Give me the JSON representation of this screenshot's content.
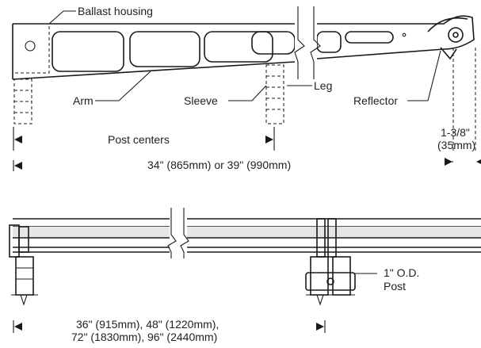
{
  "labels": {
    "ballast_housing": "Ballast housing",
    "arm": "Arm",
    "sleeve": "Sleeve",
    "leg": "Leg",
    "reflector": "Reflector",
    "post_centers": "Post centers",
    "post_spacing": "34\" (865mm) or 39\" (990mm)",
    "offset_line1": "1-3/8\"",
    "offset_line2": "(35mm)",
    "post_od_line1": "1\" O.D.",
    "post_od_line2": "Post",
    "bottom_line1": "36\" (915mm),   48\" (1220mm),",
    "bottom_line2": "72\" (1830mm), 96\" (2440mm)"
  },
  "colors": {
    "line": "#1a1a1a",
    "text": "#222222",
    "shade": "#e6e6e6"
  }
}
